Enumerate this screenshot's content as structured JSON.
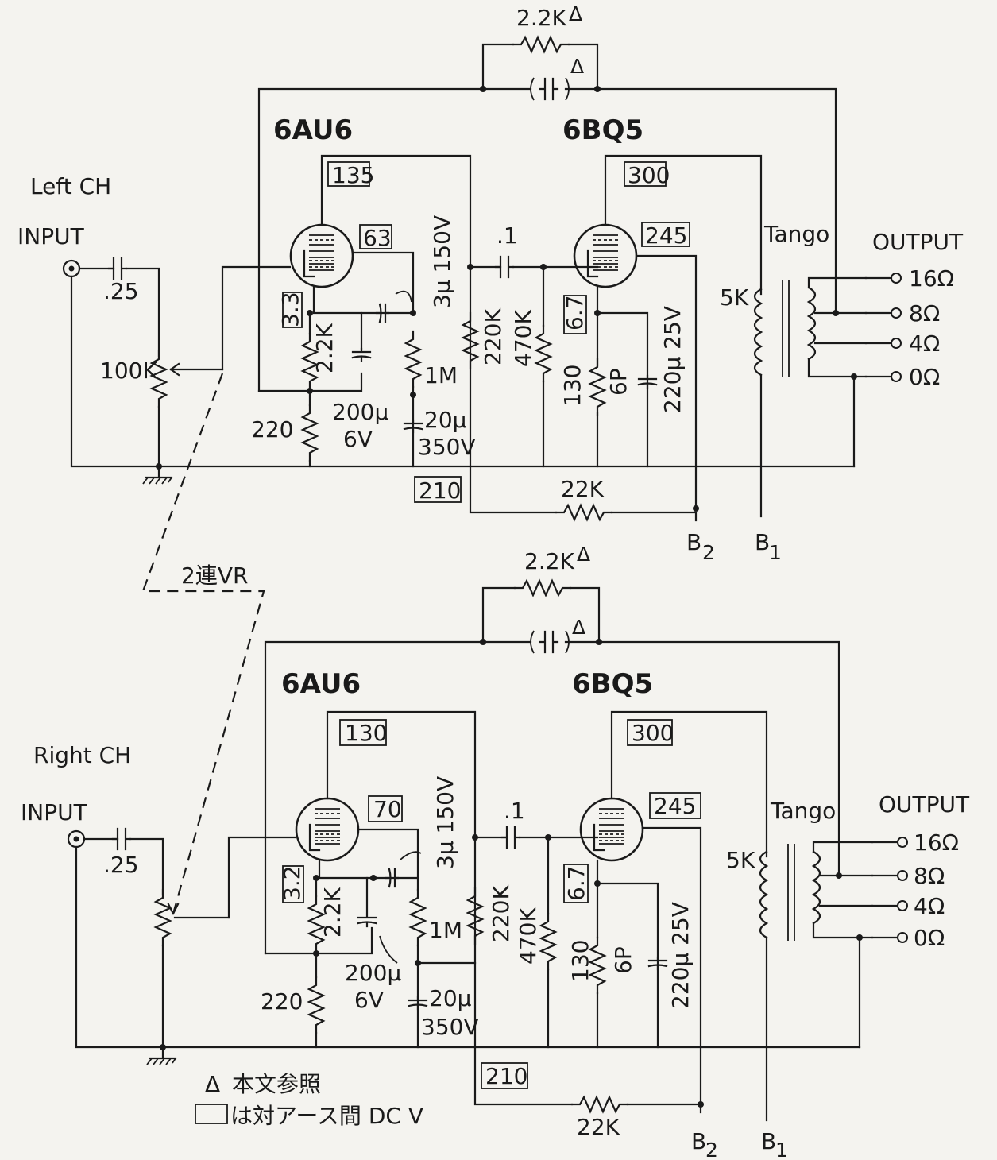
{
  "channels": [
    {
      "channel_label": "Left CH",
      "input_label": "INPUT",
      "output_label": "OUTPUT",
      "tube1": "6AU6",
      "tube2": "6BQ5",
      "transformer": "Tango",
      "primary_impedance": "5K",
      "taps": [
        "16Ω",
        "8Ω",
        "4Ω",
        "0Ω"
      ],
      "input_cap": ".25",
      "volume_pot": "100K",
      "feedback_resistor": "2.2K",
      "delta": "Δ",
      "v_plate1": "135",
      "v_screen1": "63",
      "v_cathode1": "3.3",
      "v_plate2": "300",
      "v_screen2": "245",
      "v_cathode2": "6.7",
      "v_b2": "210",
      "r_cathode": "2.2K",
      "r_220": "220",
      "c_cathode": "200μ",
      "c_cathode_v": "6V",
      "c_screen": "3μ 150V",
      "r_screen": "1M",
      "c_decouple": "20μ",
      "c_decouple_v": "350V",
      "coupling_cap": ".1",
      "r_plate": "220K",
      "r_grid": "470K",
      "r_cathode2": "130",
      "r_6p": "6P",
      "c_cathode2": "220μ 25V",
      "r_22k": "22K",
      "b2_label": "B",
      "b2_sub": "2",
      "b1_label": "B",
      "b1_sub": "1"
    },
    {
      "channel_label": "Right CH",
      "input_label": "INPUT",
      "output_label": "OUTPUT",
      "tube1": "6AU6",
      "tube2": "6BQ5",
      "transformer": "Tango",
      "primary_impedance": "5K",
      "taps": [
        "16Ω",
        "8Ω",
        "4Ω",
        "0Ω"
      ],
      "input_cap": ".25",
      "volume_pot": "",
      "feedback_resistor": "2.2K",
      "delta": "Δ",
      "v_plate1": "130",
      "v_screen1": "70",
      "v_cathode1": "3.2",
      "v_plate2": "300",
      "v_screen2": "245",
      "v_cathode2": "6.7",
      "v_b2": "210",
      "r_cathode": "2.2K",
      "r_220": "220",
      "c_cathode": "200μ",
      "c_cathode_v": "6V",
      "c_screen": "3μ 150V",
      "r_screen": "1M",
      "c_decouple": "20μ",
      "c_decouple_v": "350V",
      "coupling_cap": ".1",
      "r_plate": "220K",
      "r_grid": "470K",
      "r_cathode2": "130",
      "r_6p": "6P",
      "c_cathode2": "220μ 25V",
      "r_22k": "22K",
      "b2_label": "B",
      "b2_sub": "2",
      "b1_label": "B",
      "b1_sub": "1"
    }
  ],
  "gang_label": "2連VR",
  "legend": {
    "symbol": "Δ",
    "note_ref": "本文参照",
    "note_box": "は対アース間 DC V"
  }
}
